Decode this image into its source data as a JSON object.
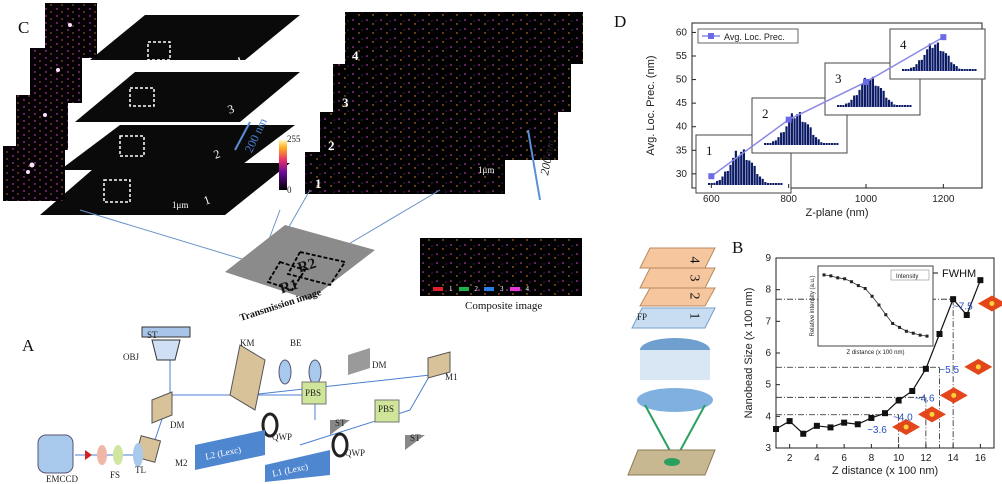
{
  "panels": {
    "C": {
      "label": "C",
      "layer_numbers": [
        "1",
        "2",
        "3",
        "4"
      ],
      "scale_bar": "1μm",
      "z_spacing": "200 nm",
      "colorbar": {
        "min": "0",
        "max": "255"
      },
      "transmission_label": "Transmission image",
      "roi_labels": [
        "R1",
        "R2"
      ],
      "composite_label": "Composite image",
      "composite_legend": [
        "1",
        "2",
        "3",
        "4"
      ],
      "composite_colors": [
        "#e0202a",
        "#1fb24a",
        "#2b7fe0",
        "#e23ad8"
      ]
    },
    "D": {
      "label": "D",
      "legend": "Avg. Loc. Prec.",
      "inset_numbers": [
        "1",
        "2",
        "3",
        "4"
      ]
    },
    "A": {
      "label": "A",
      "components": [
        "ST",
        "OBJ",
        "KM",
        "BE",
        "DM",
        "DM",
        "M1",
        "M2",
        "PBS",
        "PBS",
        "ST",
        "ST",
        "QWP",
        "QWP",
        "L2 (Lexc)",
        "L1 (Lexc)",
        "EMCCD",
        "FS",
        "TL"
      ]
    },
    "schematic": {
      "plane_numbers": [
        "4",
        "3",
        "2",
        "1"
      ],
      "fp_label": "FP"
    },
    "B": {
      "label": "B",
      "legend": "FWHM",
      "inset_legend": "Intensity",
      "inset_ylabel": "Relative intensity (a.u.)",
      "inset_xlabel": "Z distance (x 100 nm)",
      "annotations": [
        "~3.6",
        "~4.0",
        "~4.6",
        "~5.5",
        "~7.5"
      ]
    }
  },
  "chart_data": [
    {
      "type": "line",
      "title": "",
      "xlabel": "Z-plane (nm)",
      "ylabel": "Avg. Loc. Prec. (nm)",
      "xlim": [
        550,
        1300
      ],
      "ylim": [
        27,
        62
      ],
      "xticks": [
        600,
        800,
        1000,
        1200
      ],
      "yticks": [
        30,
        35,
        40,
        45,
        50,
        55,
        60
      ],
      "series": [
        {
          "name": "Avg. Loc. Prec.",
          "x": [
            600,
            800,
            1000,
            1200
          ],
          "y": [
            29.5,
            41.5,
            49.5,
            59
          ]
        }
      ],
      "legend": "top-left",
      "grid": false
    },
    {
      "type": "line",
      "title": "",
      "xlabel": "Z distance (x 100 nm)",
      "ylabel": "Nanobead Size (x 100 nm)",
      "xlim": [
        1,
        17
      ],
      "ylim": [
        3,
        9
      ],
      "xticks": [
        2,
        4,
        6,
        8,
        10,
        12,
        14,
        16
      ],
      "yticks": [
        3,
        4,
        5,
        6,
        7,
        8,
        9
      ],
      "series": [
        {
          "name": "FWHM",
          "x": [
            1,
            2,
            3,
            4,
            5,
            6,
            7,
            8,
            9,
            10,
            11,
            12,
            13,
            14,
            15,
            16
          ],
          "y": [
            3.6,
            3.85,
            3.45,
            3.7,
            3.65,
            3.8,
            3.75,
            3.95,
            4.1,
            4.5,
            4.8,
            5.5,
            6.6,
            7.7,
            7.2,
            8.3
          ]
        }
      ],
      "legend": "top-right",
      "grid": false
    },
    {
      "type": "line",
      "title": "",
      "xlabel": "Z distance (x 100 nm)",
      "ylabel": "Relative intensity (a.u.)",
      "series": [
        {
          "name": "Intensity",
          "x": [
            1,
            2,
            3,
            4,
            5,
            6,
            7,
            8,
            9,
            10,
            11,
            12,
            13,
            14,
            15,
            16
          ],
          "y": [
            1870,
            1860,
            1840,
            1830,
            1800,
            1760,
            1730,
            1650,
            1560,
            1460,
            1370,
            1330,
            1290,
            1270,
            1250,
            1240
          ]
        }
      ],
      "legend": "top-right",
      "grid": false
    }
  ]
}
